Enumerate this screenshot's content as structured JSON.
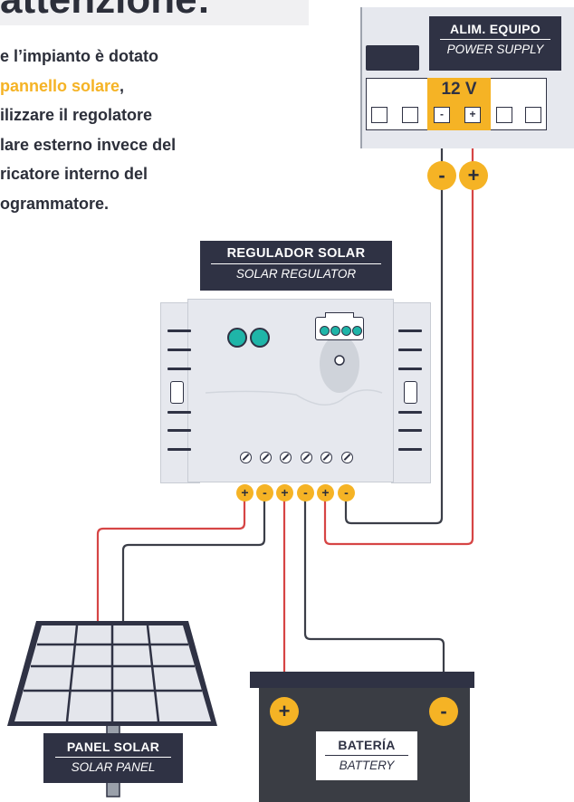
{
  "warning": {
    "title": "attenzione:",
    "lines": [
      {
        "pre": "e l’impianto è dotato",
        "hl": "",
        "post": ""
      },
      {
        "pre": "",
        "hl": " pannello solare",
        "post": ","
      },
      {
        "pre": "ilizzare il regolatore",
        "hl": "",
        "post": ""
      },
      {
        "pre": "lare esterno invece del",
        "hl": "",
        "post": ""
      },
      {
        "pre": "ricatore interno del",
        "hl": "",
        "post": ""
      },
      {
        "pre": "ogrammatore.",
        "hl": "",
        "post": ""
      }
    ]
  },
  "power_supply": {
    "label": "ALIM. EQUIPO",
    "sublabel": "POWER SUPPLY",
    "voltage": "12 V",
    "terminal_minus": "-",
    "terminal_plus": "+",
    "sign_minus": "-",
    "sign_plus": "+"
  },
  "regulator": {
    "label": "REGULADOR SOLAR",
    "sublabel": "SOLAR REGULATOR",
    "terminals": [
      "+",
      "-",
      "+",
      "-",
      "+",
      "-"
    ]
  },
  "panel": {
    "label": "PANEL SOLAR",
    "sublabel": "SOLAR PANEL"
  },
  "battery": {
    "label": "BATERÍA",
    "sublabel": "BATTERY",
    "sign_plus": "+",
    "sign_minus": "-"
  },
  "colors": {
    "accent": "#f5b325",
    "dark": "#2f3244",
    "wire_positive": "#d64545",
    "wire_negative": "#3b3e48",
    "panel_cell": "#e4e6ec",
    "teal": "#1fb5a8"
  }
}
